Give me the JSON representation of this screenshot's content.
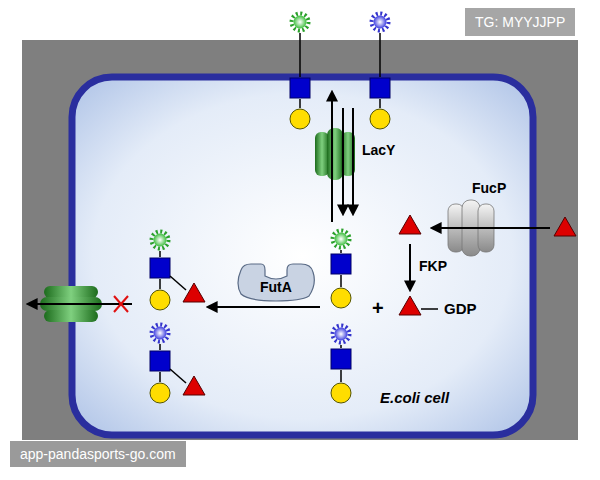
{
  "diagram": {
    "nodes": [
      {
        "text": [
          "E.coli cell"
        ]
      },
      {
        "text": [
          "FutA"
        ],
        "in": 0
      }
    ],
    "labels": [
      "TG: MYYJJPP",
      "LacY",
      "FucP",
      "FKP",
      "+",
      "GDP",
      "app-pandasports-go.com"
    ]
  }
}
